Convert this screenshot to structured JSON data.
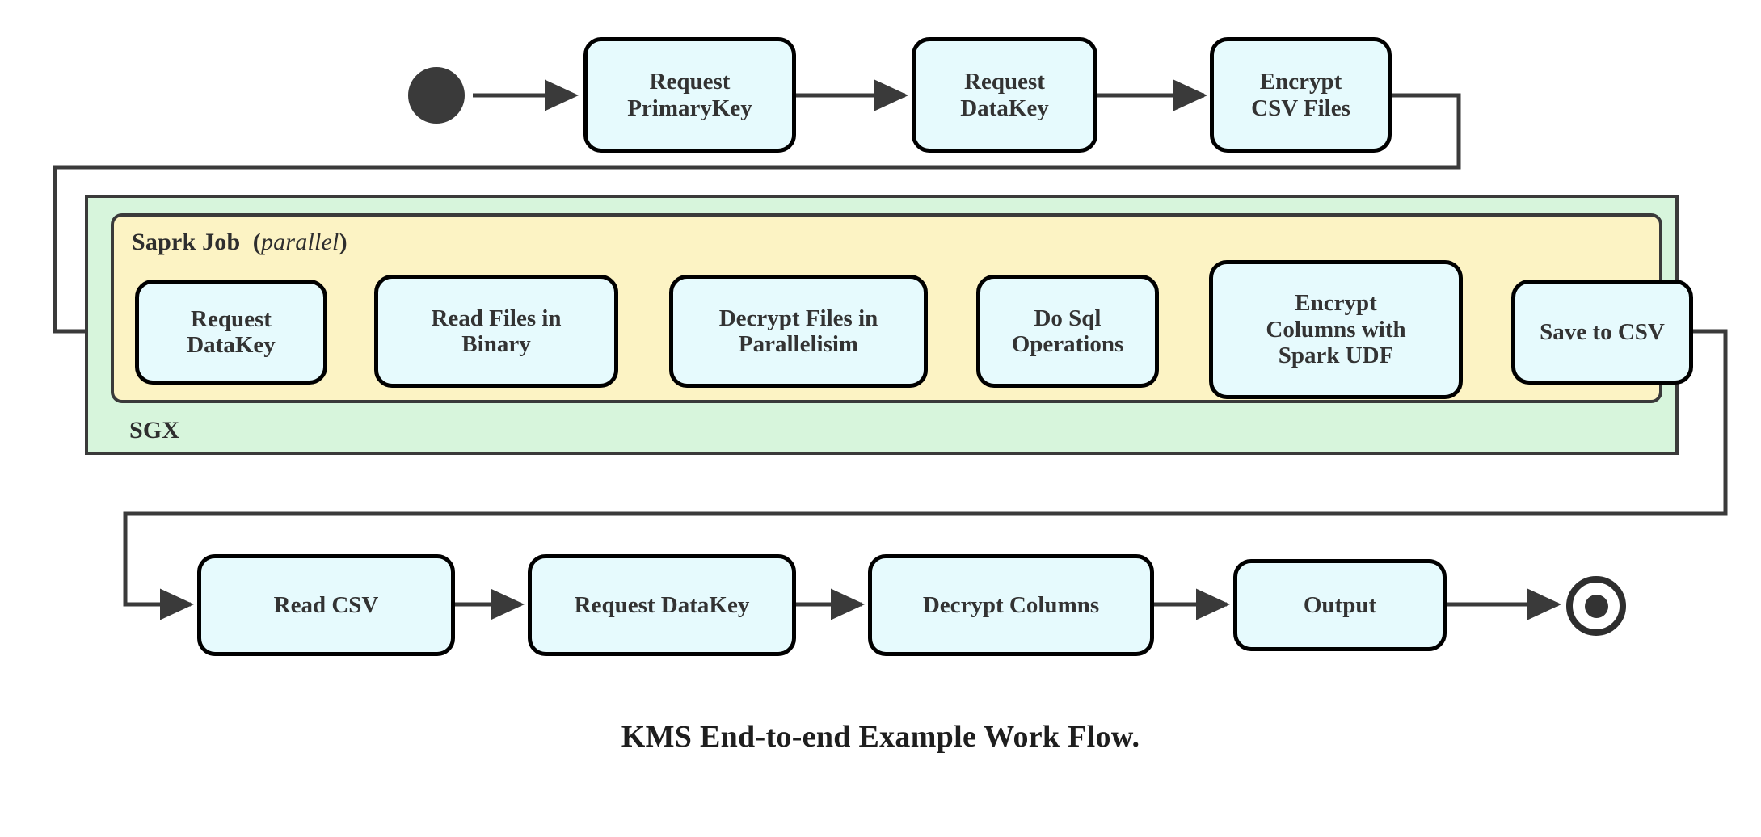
{
  "diagram": {
    "caption": "KMS End-to-end Example Work Flow.",
    "colors": {
      "node_fill": "#e6fafd",
      "node_stroke": "#000000",
      "sgx_fill": "#d7f5dc",
      "spark_fill": "#fcf3c4",
      "edge_stroke": "#3a3a3a",
      "text": "#333333"
    },
    "containers": {
      "sgx": {
        "label": "SGX"
      },
      "spark": {
        "label_bold": "Saprk Job",
        "label_paren_open": "(",
        "label_italic": "parallel",
        "label_paren_close": ")"
      }
    },
    "start_node": {
      "name": "start"
    },
    "end_node": {
      "name": "end"
    },
    "rows": {
      "top": [
        {
          "id": "request-primarykey",
          "label": "Request\nPrimaryKey"
        },
        {
          "id": "request-datakey-top",
          "label": "Request\nDataKey"
        },
        {
          "id": "encrypt-csv-files",
          "label": "Encrypt\nCSV Files"
        }
      ],
      "middle": [
        {
          "id": "request-datakey-spark",
          "label": "Request\nDataKey"
        },
        {
          "id": "read-files-in-binary",
          "label": "Read Files in\nBinary"
        },
        {
          "id": "decrypt-files-in-parallelisim",
          "label": "Decrypt Files in\nParallelisim"
        },
        {
          "id": "do-sql-operations",
          "label": "Do Sql\nOperations"
        },
        {
          "id": "encrypt-columns-with-spark-udf",
          "label": "Encrypt\nColumns with\nSpark UDF"
        },
        {
          "id": "save-to-csv",
          "label": "Save to CSV"
        }
      ],
      "bottom": [
        {
          "id": "read-csv",
          "label": "Read CSV"
        },
        {
          "id": "request-datakey-bottom",
          "label": "Request DataKey"
        },
        {
          "id": "decrypt-columns",
          "label": "Decrypt Columns"
        },
        {
          "id": "output",
          "label": "Output"
        }
      ]
    }
  }
}
